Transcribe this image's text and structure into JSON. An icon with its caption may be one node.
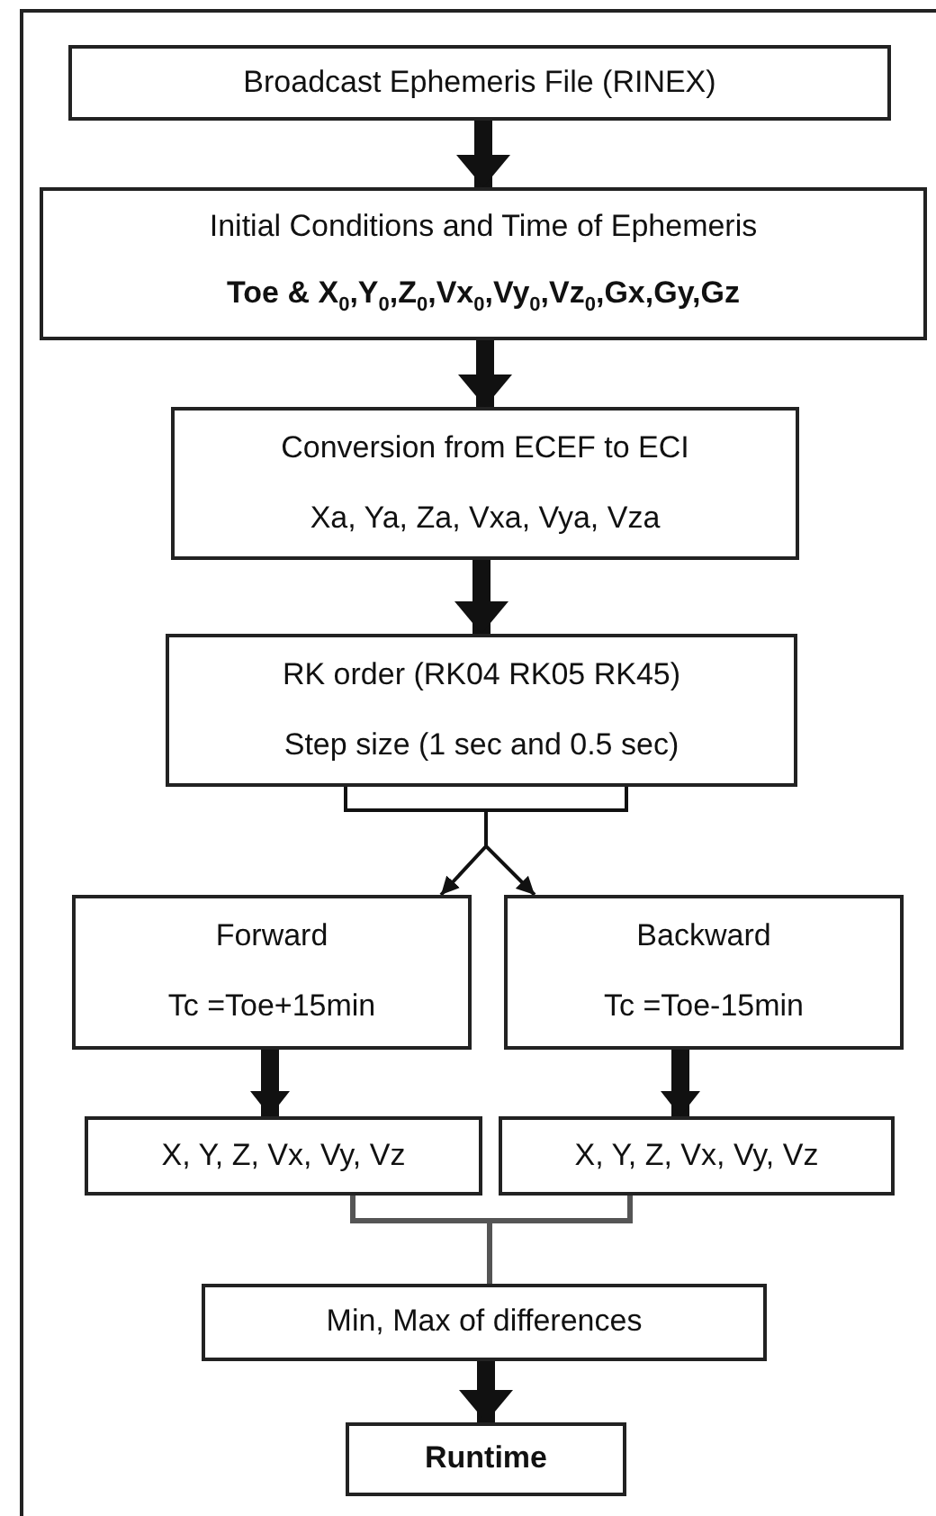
{
  "diagram": {
    "nodes": [
      {
        "text": [
          "Broadcast Ephemeris File (RINEX)"
        ]
      },
      {
        "text": [
          "Initial Conditions and Time of Ephemeris",
          "Toe & X$_{0}$,Y$_{0}$,Z$_{0}$,Vx$_{0}$,Vy$_{0}$,Vz$_{0}$,Gx,Gy,Gz"
        ]
      },
      {
        "text": [
          "Conversion from ECEF to ECI",
          "Xa, Ya, Za, Vxa, Vya, Vza"
        ]
      },
      {
        "text": [
          "RK order (RK04 RK05 RK45)",
          "Step size (1 sec and 0.5 sec)"
        ]
      },
      {
        "text": [
          "Forward",
          "Tc =Toe+15min"
        ]
      },
      {
        "text": [
          "Backward",
          "Tc =Toe-15min"
        ]
      },
      {
        "text": [
          "X, Y, Z, Vx, Vy, Vz"
        ]
      },
      {
        "text": [
          "X, Y, Z, Vx, Vy, Vz"
        ]
      },
      {
        "text": [
          "Min, Max of differences"
        ]
      },
      {
        "text": [
          "Runtime"
        ]
      }
    ],
    "edges": [
      {
        "from": 0,
        "to": 1,
        "arrow": "to"
      },
      {
        "from": 1,
        "to": 2,
        "arrow": "to"
      },
      {
        "from": 2,
        "to": 3,
        "arrow": "to"
      },
      {
        "from": 3,
        "to": 4,
        "arrow": "to"
      },
      {
        "from": 3,
        "to": 5,
        "arrow": "to"
      },
      {
        "from": 4,
        "to": 6,
        "arrow": "to"
      },
      {
        "from": 5,
        "to": 7,
        "arrow": "to"
      },
      {
        "from": 6,
        "to": 8,
        "arrow": "none"
      },
      {
        "from": 7,
        "to": 8,
        "arrow": "none"
      },
      {
        "from": 8,
        "to": 9,
        "arrow": "to"
      }
    ]
  }
}
